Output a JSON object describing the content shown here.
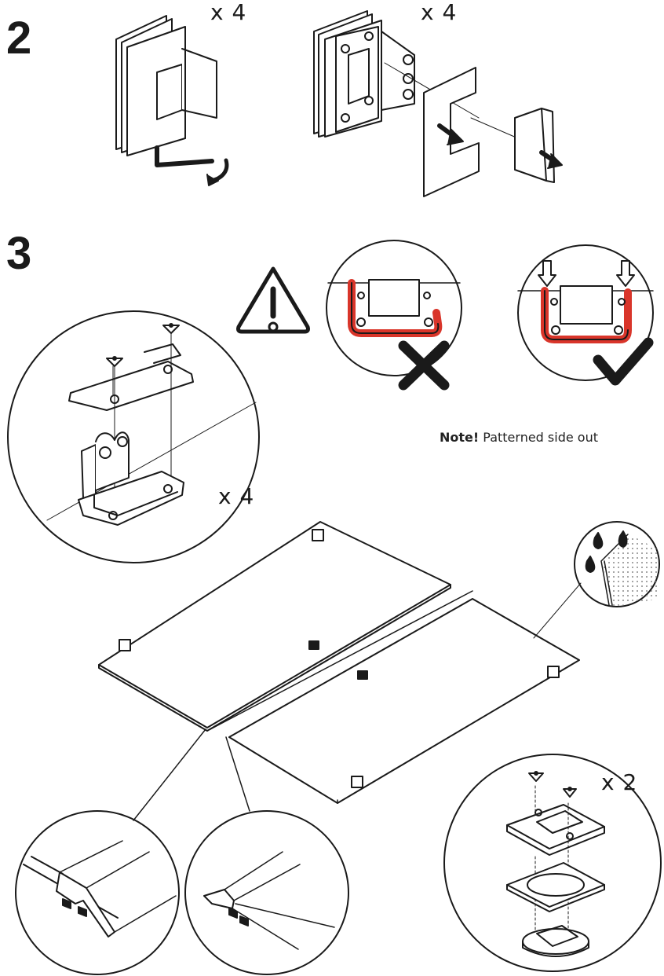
{
  "steps": {
    "step2": {
      "number": "2",
      "qty_left": "x 4",
      "qty_right": "x 4"
    },
    "step3": {
      "number": "3",
      "qty_clamp": "x 4",
      "qty_mount": "x 2",
      "note_bold": "Note!",
      "note_text": " Patterned side out"
    }
  },
  "icons": [
    "warning-icon",
    "cross-icon",
    "check-icon",
    "allen-key-icon",
    "rotate-arrow-icon",
    "push-arrow-icon",
    "water-drop-icon",
    "screw-icon"
  ],
  "colors": {
    "line": "#1a1a1a",
    "seal_highlight": "#d9352a",
    "panel_fill": "#ffffff"
  }
}
